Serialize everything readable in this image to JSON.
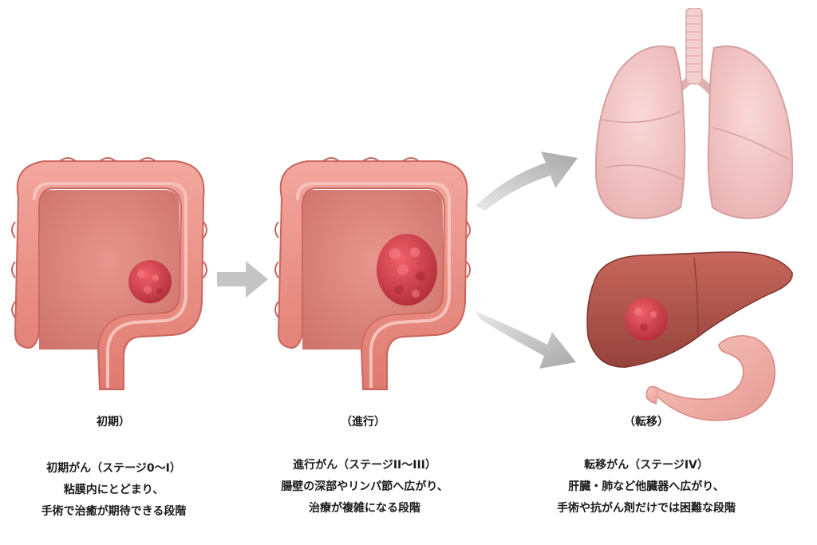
{
  "stages": [
    {
      "label": "初期）",
      "description": [
        "初期がん（ステージ0〜I）",
        "粘膜内にとどまり、",
        "手術で治癒が期待できる段階"
      ]
    },
    {
      "label": "（進行）",
      "description": [
        "進行がん（ステージII〜III）",
        "腸壁の深部やリンパ節へ広がり、",
        "治療が複雑になる段階"
      ]
    },
    {
      "label": "（転移）",
      "description": [
        "転移がん（ステージIV）",
        "肝臓・肺など他臓器へ広がり、",
        "手術や抗がん剤だけでは困難な段階"
      ]
    }
  ],
  "colors": {
    "colon_outer": "#e9867e",
    "colon_inner": "#d67166",
    "tumor": "#d9424d",
    "lung": "#f2c4c4",
    "liver": "#b5544a",
    "stomach": "#f4b3ad",
    "arrow": "#bdbdbd"
  }
}
